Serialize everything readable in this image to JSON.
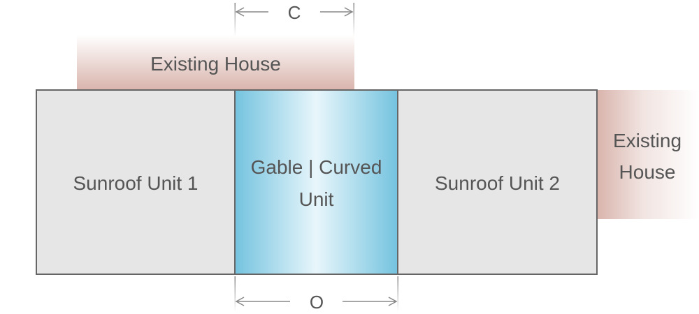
{
  "labels": {
    "dimension_top": "C",
    "dimension_bottom": "O",
    "existing_house_top": "Existing House",
    "existing_house_right_line1": "Existing",
    "existing_house_right_line2": "House",
    "sunroof_unit_1": "Sunroof Unit 1",
    "gable_curved_line1": "Gable | Curved",
    "gable_curved_line2": "Unit",
    "sunroof_unit_2": "Sunroof Unit 2"
  },
  "colors": {
    "unit_fill": "#e6e6e6",
    "outline": "#666666",
    "text": "#555555",
    "house_tint": "#d8b0a8",
    "gable_edge": "#7cc8e2",
    "gable_center": "#e6f5fa",
    "dimension_line": "#888888"
  }
}
